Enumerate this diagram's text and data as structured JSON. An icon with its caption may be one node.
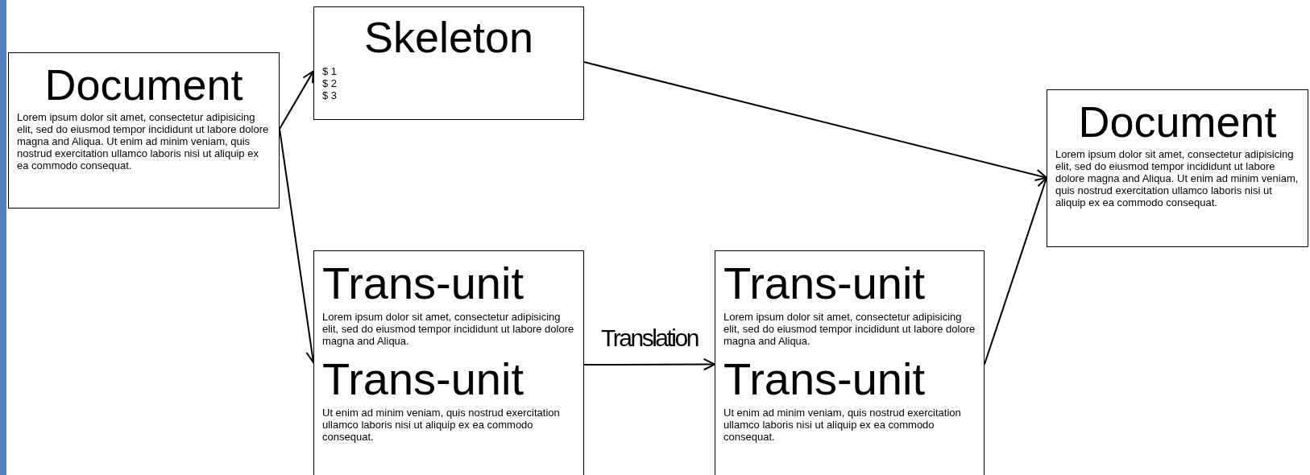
{
  "diagram": {
    "nodes": [
      {
        "text": [
          "Document",
          "Lorem ipsum dolor sit amet, consectetur adipisicing elit, sed do eiusmod tempor incididunt ut labore dolore magna and Aliqua. Ut enim ad minim veniam, quis nostrud exercitation ullamco laboris nisi ut aliquip ex ea commodo consequat."
        ]
      },
      {
        "text": [
          "Skeleton",
          "$ 1",
          "$ 2",
          "$ 3"
        ]
      },
      {
        "text": [
          "Document",
          "Lorem ipsum dolor sit amet, consectetur adipisicing elit, sed do eiusmod tempor incididunt ut labore dolore magna and Aliqua. Ut enim ad minim veniam, quis nostrud exercitation ullamco laboris nisi ut aliquip ex ea commodo consequat."
        ]
      },
      {
        "text": [
          "Trans-unit",
          "Lorem ipsum dolor sit amet, consectetur adipisicing elit, sed do eiusmod tempor incididunt ut labore dolore magna and Aliqua.",
          "Trans-unit",
          "Ut enim ad minim veniam, quis nostrud exercitation ullamco laboris nisi ut aliquip ex ea commodo consequat."
        ]
      },
      {
        "text": [
          "Trans-unit",
          "Lorem ipsum dolor sit amet, consectetur adipisicing elit, sed do eiusmod tempor incididunt ut labore dolore magna and Aliqua.",
          "Trans-unit",
          "Ut enim ad minim veniam, quis nostrud exercitation ullamco laboris nisi ut aliquip ex ea commodo consequat."
        ]
      }
    ],
    "edges": [
      {
        "from": 0,
        "to": 1,
        "arrow": "to"
      },
      {
        "from": 0,
        "to": 3,
        "arrow": "to"
      },
      {
        "from": 1,
        "to": 2,
        "arrow": "to"
      },
      {
        "from": 3,
        "to": 4,
        "arrow": "to",
        "label": "Translation"
      },
      {
        "from": 4,
        "to": 2,
        "arrow": "to"
      }
    ]
  }
}
